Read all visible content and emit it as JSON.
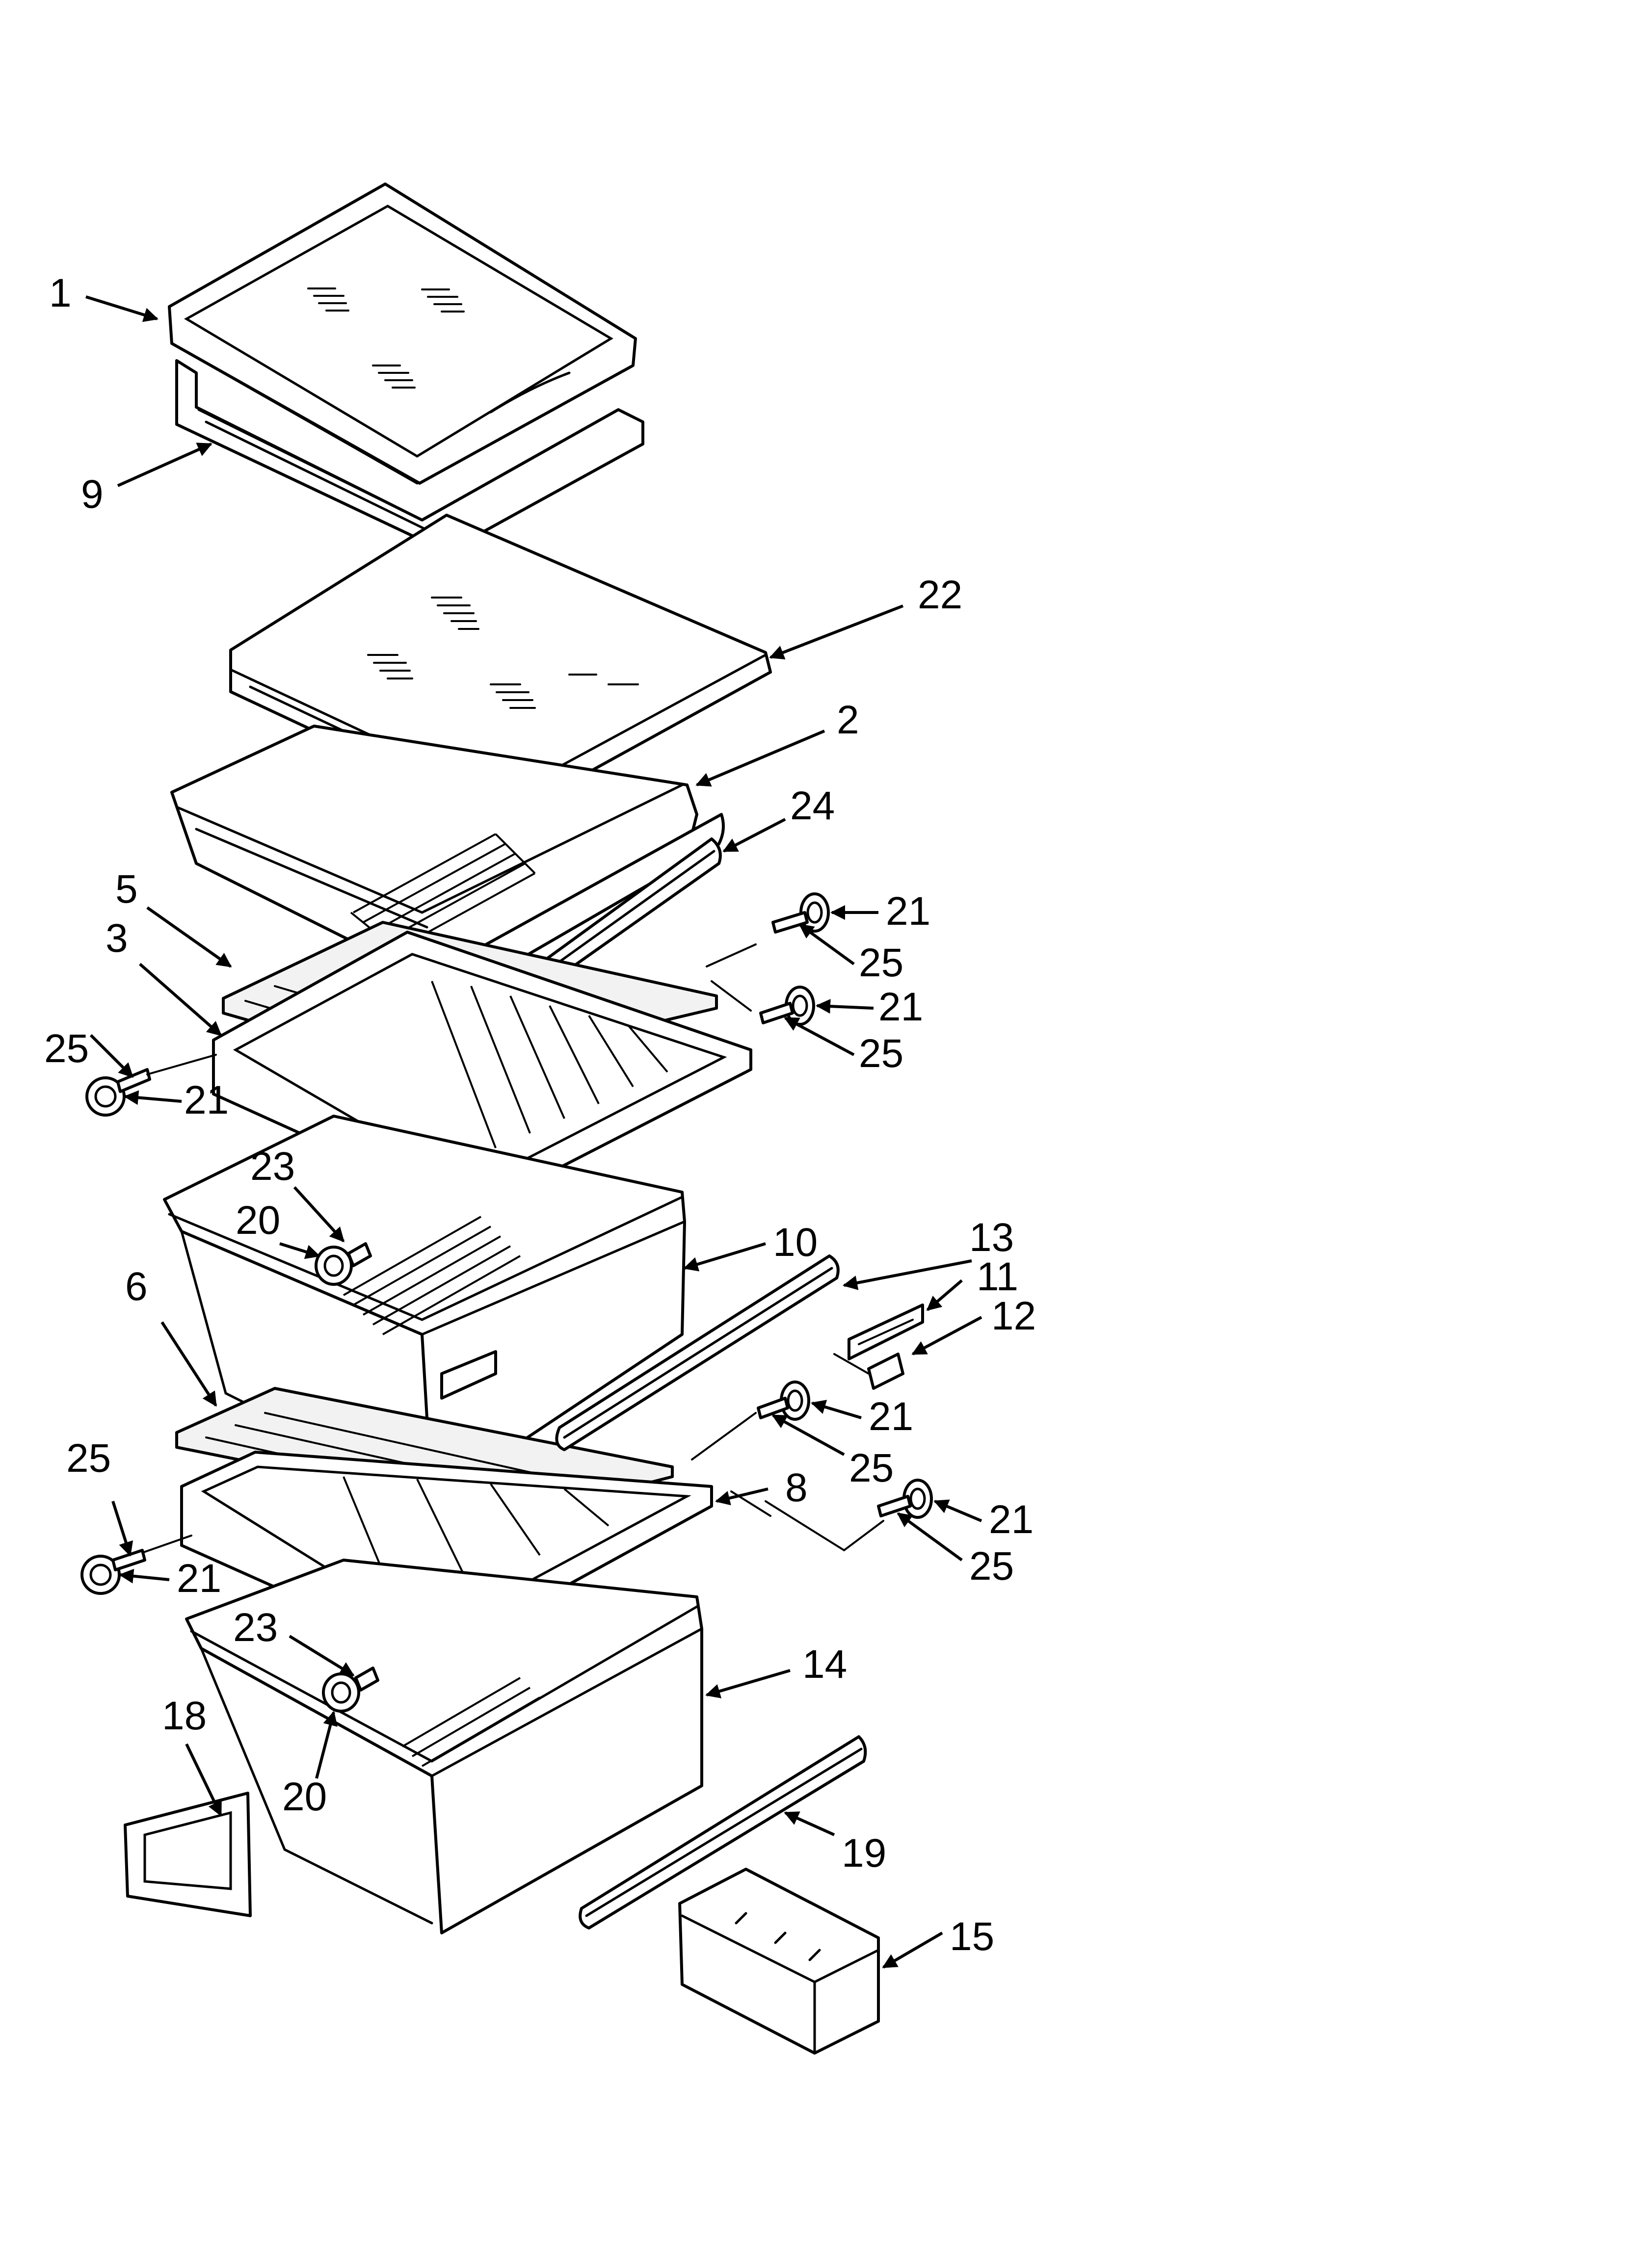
{
  "callouts": [
    {
      "id": "c1",
      "text": "1"
    },
    {
      "id": "c9",
      "text": "9"
    },
    {
      "id": "c22",
      "text": "22"
    },
    {
      "id": "c2",
      "text": "2"
    },
    {
      "id": "c24",
      "text": "24"
    },
    {
      "id": "c5",
      "text": "5"
    },
    {
      "id": "c3",
      "text": "3"
    },
    {
      "id": "c21a",
      "text": "21"
    },
    {
      "id": "c25a",
      "text": "25"
    },
    {
      "id": "c21b",
      "text": "21"
    },
    {
      "id": "c25b",
      "text": "25"
    },
    {
      "id": "c25c",
      "text": "25"
    },
    {
      "id": "c21c",
      "text": "21"
    },
    {
      "id": "c23a",
      "text": "23"
    },
    {
      "id": "c20a",
      "text": "20"
    },
    {
      "id": "c10",
      "text": "10"
    },
    {
      "id": "c13",
      "text": "13"
    },
    {
      "id": "c11",
      "text": "11"
    },
    {
      "id": "c12",
      "text": "12"
    },
    {
      "id": "c6",
      "text": "6"
    },
    {
      "id": "c21d",
      "text": "21"
    },
    {
      "id": "c25d",
      "text": "25"
    },
    {
      "id": "c8",
      "text": "8"
    },
    {
      "id": "c21e",
      "text": "21"
    },
    {
      "id": "c25e",
      "text": "25"
    },
    {
      "id": "c25f",
      "text": "25"
    },
    {
      "id": "c21f",
      "text": "21"
    },
    {
      "id": "c23b",
      "text": "23"
    },
    {
      "id": "c14",
      "text": "14"
    },
    {
      "id": "c18",
      "text": "18"
    },
    {
      "id": "c20b",
      "text": "20"
    },
    {
      "id": "c19",
      "text": "19"
    },
    {
      "id": "c15",
      "text": "15"
    }
  ]
}
